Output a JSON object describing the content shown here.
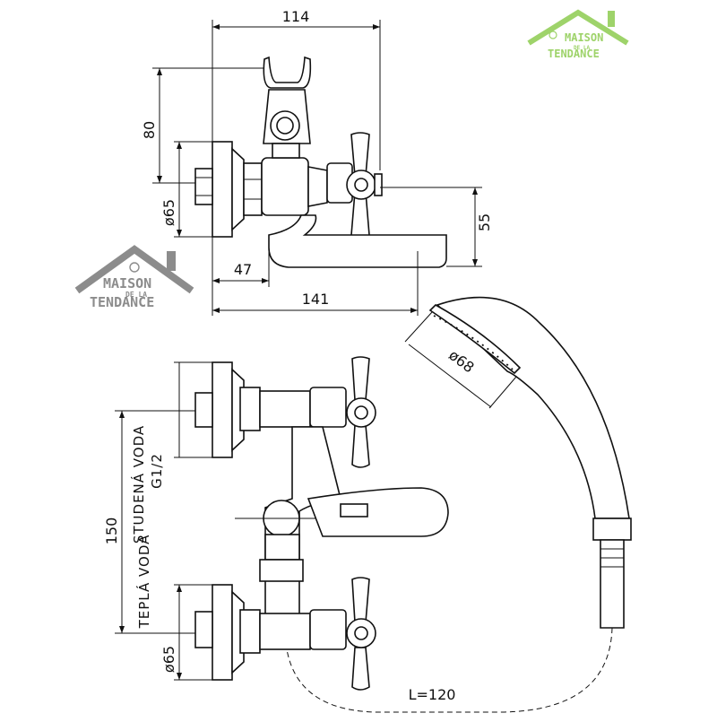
{
  "dimensions": {
    "width_top": "114",
    "height_80": "80",
    "dia_top": "ø65",
    "offset_47": "47",
    "spout_141": "141",
    "height_55": "55",
    "shower_dia": "ø68",
    "centers_150": "150",
    "thread": "G1/2",
    "dia_bottom": "ø65",
    "hose": "L=120"
  },
  "labels": {
    "cold": "STUDENÁ  VODA",
    "hot": "TEPLÁ  VODA"
  },
  "watermarks": [
    {
      "line1": "MAISON",
      "small": "DE LA",
      "line2": "TENDANCE",
      "color": "#9ed36a"
    },
    {
      "line1": "MAISON",
      "small": "DE LA",
      "line2": "TENDANCE",
      "color": "#8c8c8c"
    }
  ]
}
